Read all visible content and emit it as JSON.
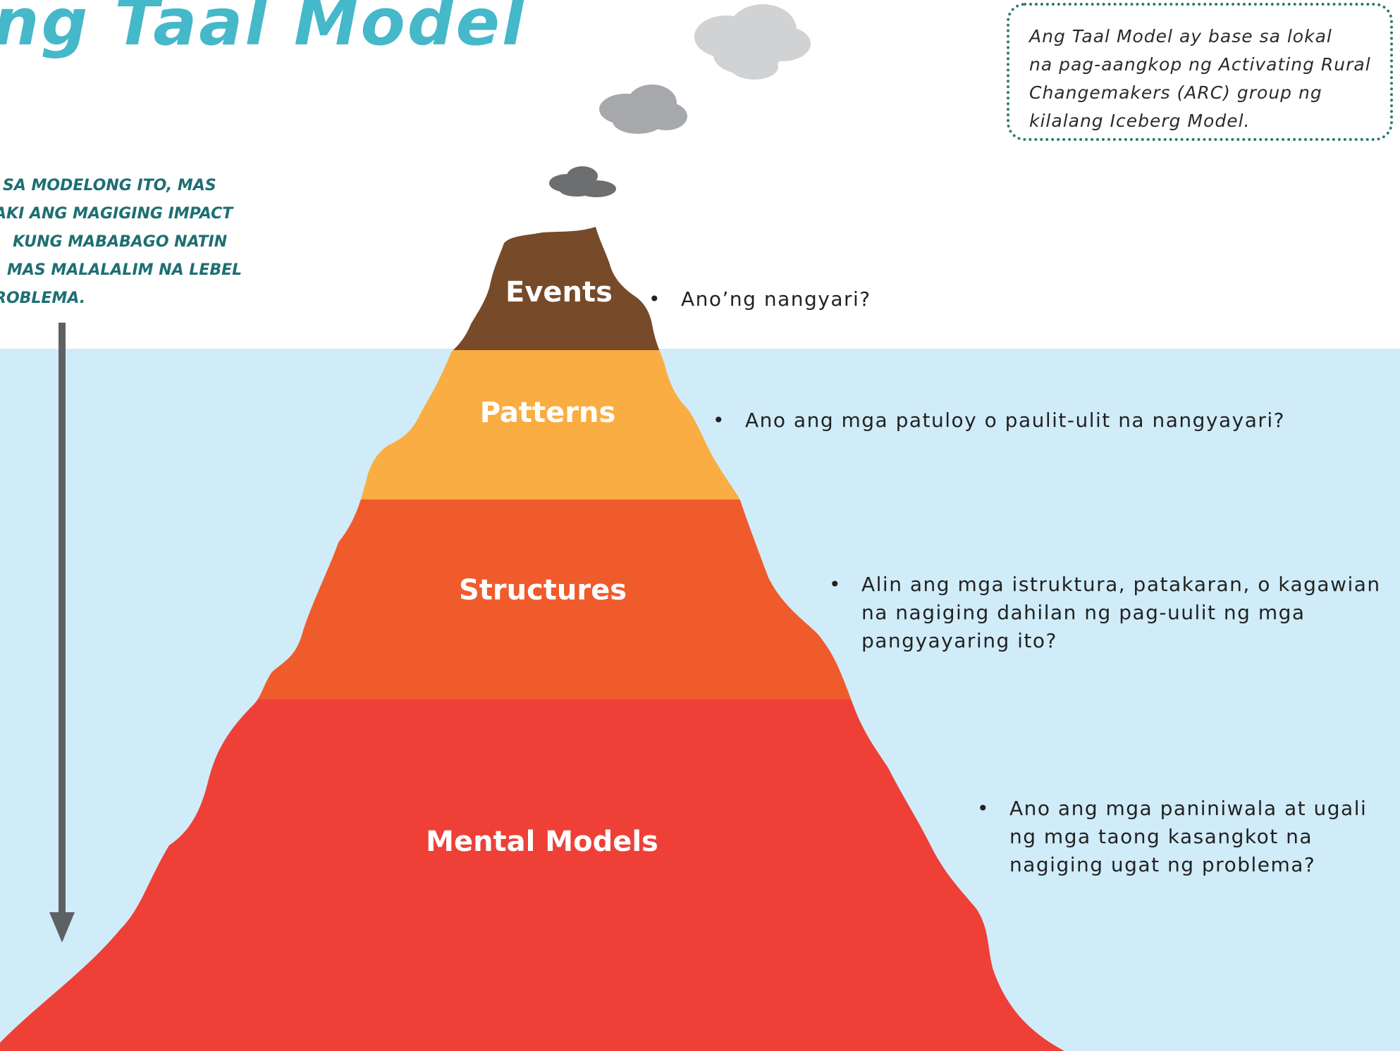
{
  "title": "ng Taal Model",
  "note": {
    "lines": [
      "Ang Taal Model ay base sa lokal",
      "na pag-aangkop ng Activating Rural",
      "Changemakers (ARC) group ng",
      "kilalang Iceberg Model."
    ]
  },
  "side_text": {
    "lines": [
      "sa modelong ito, mas",
      "aki ang magiging impact",
      "kung mababago natin",
      "mas malalalim na lebel",
      "roblema."
    ]
  },
  "layers": [
    {
      "label": "Events",
      "color": "#774a29",
      "question_lines": [
        "Ano’ng nangyari?"
      ]
    },
    {
      "label": "Patterns",
      "color": "#f9ad42",
      "question_lines": [
        "Ano ang mga patuloy o paulit-ulit na nangyayari?"
      ]
    },
    {
      "label": "Structures",
      "color": "#f05b2c",
      "question_lines": [
        "Alin ang mga istruktura, patakaran, o kagawian",
        "na nagiging dahilan ng pag-uulit ng mga",
        "pangyayaring ito?"
      ]
    },
    {
      "label": "Mental Models",
      "color": "#ee4037",
      "question_lines": [
        "Ano ang mga paniniwala at ugali",
        "ng mga taong kasangkot na",
        "nagiging ugat ng problema?"
      ]
    }
  ],
  "bullet": "•",
  "colors": {
    "water": "#d0ecf9",
    "title": "#45b8c9",
    "note_border": "#2a7a72",
    "side_text": "#1d6f73",
    "arrow": "#5e6163",
    "smoke_light": "#d1d2d4",
    "smoke_mid": "#a6a8ab",
    "smoke_dark": "#6d6e70"
  }
}
